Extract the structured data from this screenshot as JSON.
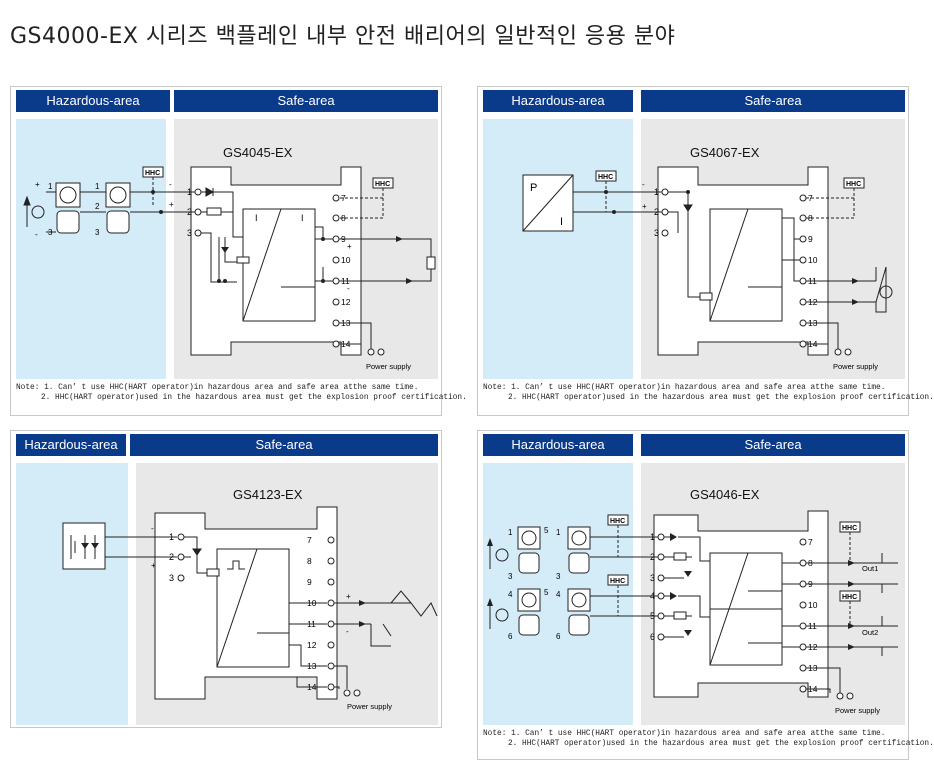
{
  "page_title": "GS4000-EX 시리즈 백플레인 내부 안전 배리어의 일반적인 응용 분야",
  "common": {
    "hazardous": "Hazardous-area",
    "safe": "Safe-area",
    "hhc": "HHC",
    "power_supply": "Power supply",
    "note1": "Note: 1. Can’ t use HHC(HART operator)in hazardous area and safe area atthe same time.",
    "note2": "2. HHC(HART operator)used in the hazardous area must get the explosion proof certification."
  },
  "diagrams": [
    {
      "model": "GS4045-EX"
    },
    {
      "model": "GS4067-EX",
      "p_label": "P",
      "i_label": "I"
    },
    {
      "model": "GS4123-EX"
    },
    {
      "model": "GS4046-EX",
      "out1": "Out1",
      "out2": "Out2"
    }
  ],
  "terminals_left": [
    "1",
    "2",
    "3"
  ],
  "terminals_left_4046": [
    "1",
    "2",
    "3",
    "4",
    "5",
    "6"
  ],
  "terminals_right": [
    "7",
    "8",
    "9",
    "10",
    "11",
    "12",
    "13",
    "14"
  ],
  "module_labels": {
    "i": "I"
  },
  "polarity": {
    "plus": "+",
    "minus": "-"
  }
}
